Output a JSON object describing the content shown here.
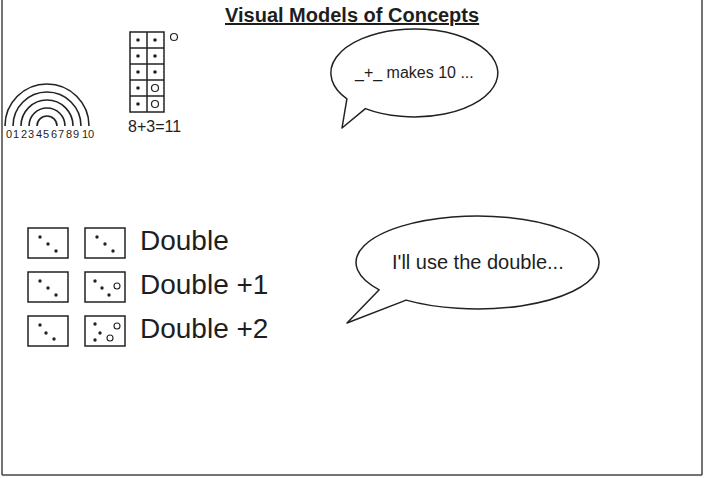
{
  "diagram": {
    "title": "Visual Models of Concepts",
    "nodes": [
      {
        "text": [
          "_+_ makes 10 ..."
        ]
      },
      {
        "text": [
          "I'll use the double..."
        ]
      }
    ],
    "labels": [
      "0",
      "1",
      "2",
      "3",
      "4",
      "5",
      "6",
      "7",
      "8",
      "9",
      "10",
      "8+3=11",
      "Double",
      "Double +1",
      "Double +2"
    ]
  }
}
